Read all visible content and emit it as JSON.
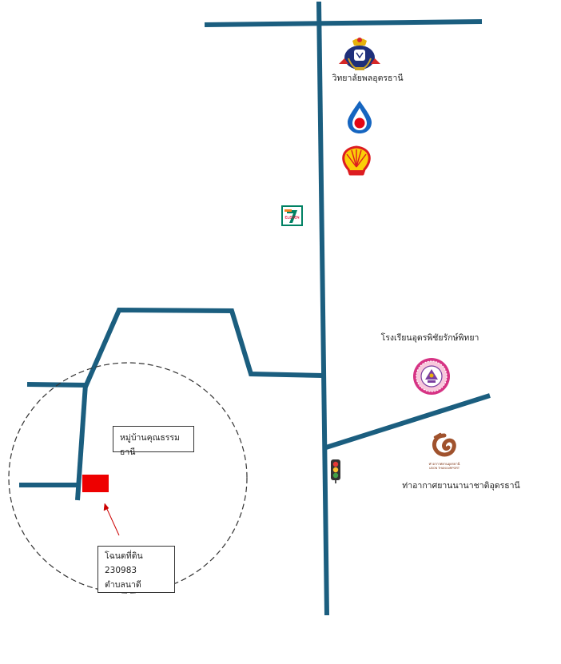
{
  "labels": {
    "college": "วิทยาลัยพลอุตรธานี",
    "school": "โรงเรียนอุดรพิชัยรักษ์พิทยา",
    "airport": "ท่าอากาศยานนานาชาติอุดรธานี",
    "airport_logo_text": "ท่าอากาศยานอุดรธานี",
    "airport_logo_text_en": "UDON THANI AIRPORT",
    "seven_eleven_logo_text": "ELEVEN",
    "village": "หมู่บ้านคุณธรรมธานี",
    "deed_line1": "โฉนดที่ดิน 230983",
    "deed_line2": "ตำบลนาดี"
  },
  "icons": {
    "college": "college-emblem-icon",
    "ptt": "ptt-gas-station-icon",
    "shell": "shell-gas-station-icon",
    "seven_eleven": "seven-eleven-store-icon",
    "school": "school-emblem-icon",
    "airport": "airport-logo-icon",
    "traffic_light": "traffic-light-icon"
  },
  "colors": {
    "road": "#1b5e7f",
    "plot": "#ee0000",
    "arrow": "#cc0000",
    "circle": "#333333",
    "ptt_blue": "#1565c0",
    "ptt_red": "#e30613",
    "shell_yellow": "#fbce07",
    "shell_red": "#dd1d21",
    "seven_green": "#008163",
    "seven_orange": "#f58220",
    "school_pink": "#d63384",
    "airport_brown": "#a0522d"
  }
}
